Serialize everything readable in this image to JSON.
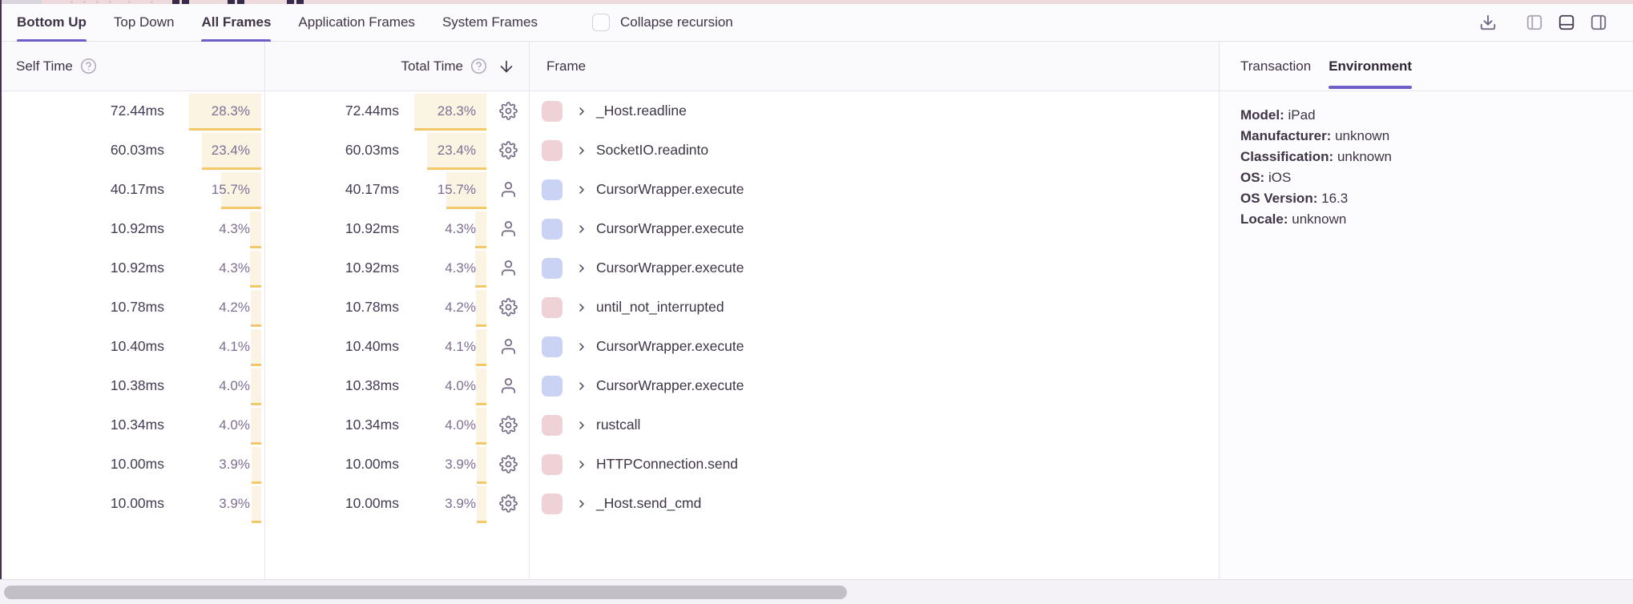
{
  "toolbar": {
    "tabs": [
      {
        "label": "Bottom Up",
        "active": true
      },
      {
        "label": "Top Down",
        "active": false
      },
      {
        "label": "All Frames",
        "active": true
      },
      {
        "label": "Application Frames",
        "active": false
      },
      {
        "label": "System Frames",
        "active": false
      }
    ],
    "collapse_recursion": {
      "label": "Collapse recursion",
      "checked": false
    },
    "icons": [
      "download-icon",
      "panel-left-icon",
      "panel-bottom-icon",
      "panel-right-icon"
    ]
  },
  "table": {
    "columns": {
      "self_time": "Self Time",
      "total_time": "Total Time",
      "frame": "Frame"
    },
    "sort": {
      "column": "total_time",
      "direction": "desc"
    },
    "rows": [
      {
        "self_time": "72.44ms",
        "self_pct": "28.3%",
        "total_time": "72.44ms",
        "total_pct": "28.3%",
        "pct": 28.3,
        "type": "system",
        "frame": "_Host.readline"
      },
      {
        "self_time": "60.03ms",
        "self_pct": "23.4%",
        "total_time": "60.03ms",
        "total_pct": "23.4%",
        "pct": 23.4,
        "type": "system",
        "frame": "SocketIO.readinto"
      },
      {
        "self_time": "40.17ms",
        "self_pct": "15.7%",
        "total_time": "40.17ms",
        "total_pct": "15.7%",
        "pct": 15.7,
        "type": "application",
        "frame": "CursorWrapper.execute"
      },
      {
        "self_time": "10.92ms",
        "self_pct": "4.3%",
        "total_time": "10.92ms",
        "total_pct": "4.3%",
        "pct": 4.3,
        "type": "application",
        "frame": "CursorWrapper.execute"
      },
      {
        "self_time": "10.92ms",
        "self_pct": "4.3%",
        "total_time": "10.92ms",
        "total_pct": "4.3%",
        "pct": 4.3,
        "type": "application",
        "frame": "CursorWrapper.execute"
      },
      {
        "self_time": "10.78ms",
        "self_pct": "4.2%",
        "total_time": "10.78ms",
        "total_pct": "4.2%",
        "pct": 4.2,
        "type": "system",
        "frame": "until_not_interrupted"
      },
      {
        "self_time": "10.40ms",
        "self_pct": "4.1%",
        "total_time": "10.40ms",
        "total_pct": "4.1%",
        "pct": 4.1,
        "type": "application",
        "frame": "CursorWrapper.execute"
      },
      {
        "self_time": "10.38ms",
        "self_pct": "4.0%",
        "total_time": "10.38ms",
        "total_pct": "4.0%",
        "pct": 4.0,
        "type": "application",
        "frame": "CursorWrapper.execute"
      },
      {
        "self_time": "10.34ms",
        "self_pct": "4.0%",
        "total_time": "10.34ms",
        "total_pct": "4.0%",
        "pct": 4.0,
        "type": "system",
        "frame": "rustcall"
      },
      {
        "self_time": "10.00ms",
        "self_pct": "3.9%",
        "total_time": "10.00ms",
        "total_pct": "3.9%",
        "pct": 3.9,
        "type": "system",
        "frame": "HTTPConnection.send"
      },
      {
        "self_time": "10.00ms",
        "self_pct": "3.9%",
        "total_time": "10.00ms",
        "total_pct": "3.9%",
        "pct": 3.9,
        "type": "system",
        "frame": "_Host.send_cmd"
      }
    ]
  },
  "details_panel": {
    "tabs": [
      {
        "label": "Transaction",
        "active": false
      },
      {
        "label": "Environment",
        "active": true
      }
    ],
    "environment": [
      {
        "label": "Model:",
        "value": "iPad"
      },
      {
        "label": "Manufacturer:",
        "value": "unknown"
      },
      {
        "label": "Classification:",
        "value": "unknown"
      },
      {
        "label": "OS:",
        "value": "iOS"
      },
      {
        "label": "OS Version:",
        "value": "16.3"
      },
      {
        "label": "Locale:",
        "value": "unknown"
      }
    ]
  },
  "colors": {
    "accent_purple": "#6C5FC7",
    "system_frame_swatch": "#EFD2D6",
    "application_frame_swatch": "#CBD3F5",
    "percent_bar_fill": "#FBF4E2",
    "percent_bar_underline": "#F3C869",
    "text_dark": "#3E3446",
    "text_muted_percent": "#7E6E93",
    "icon_gray": "#6F6480"
  }
}
